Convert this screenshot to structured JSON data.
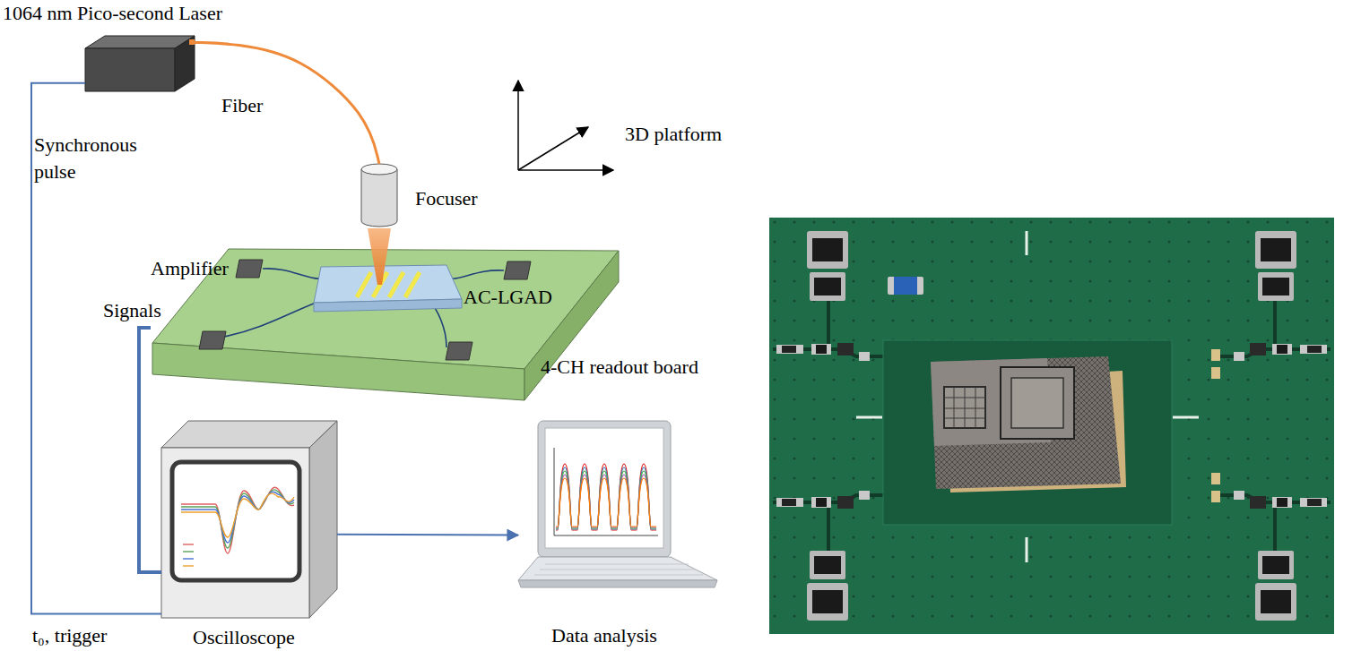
{
  "diagram": {
    "nodes": [
      {
        "text": [
          "1064 nm Pico-second Laser"
        ]
      },
      {
        "text": [
          "Focuser"
        ]
      },
      {
        "text": [
          "4-CH readout board"
        ]
      },
      {
        "text": [
          "Amplifier"
        ],
        "in": 2
      },
      {
        "text": [
          "AC-LGAD"
        ],
        "in": 2
      },
      {
        "text": [
          "Oscilloscope"
        ]
      },
      {
        "text": [
          "Data analysis"
        ]
      }
    ],
    "edges": [
      {
        "from": 0,
        "to": 1,
        "label": "Fiber",
        "arrow": "none"
      },
      {
        "from": 0,
        "to": 5,
        "label": "Synchronous pulse",
        "arrow": "none"
      },
      {
        "from": 2,
        "to": 5,
        "label": "Signals",
        "arrow": "none"
      },
      {
        "from": 5,
        "to": 6,
        "arrow": "to"
      }
    ],
    "labels": [
      "3D platform",
      "t₀, trigger"
    ]
  }
}
